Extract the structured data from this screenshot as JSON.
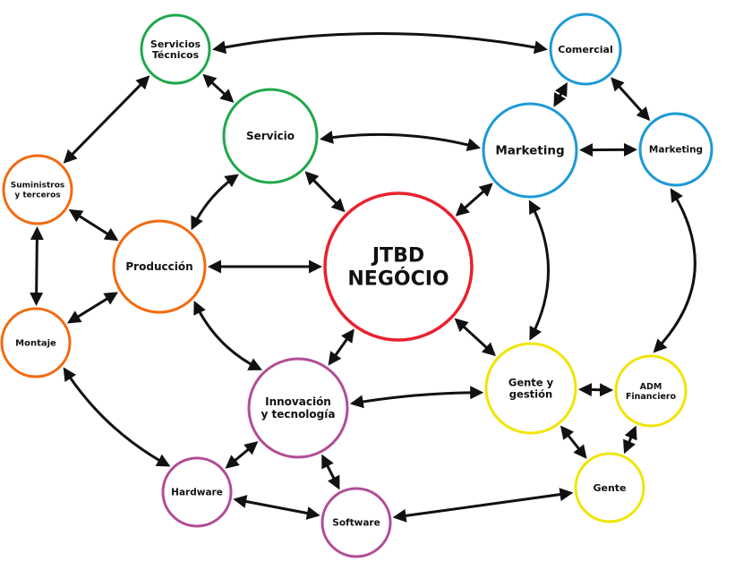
{
  "colors": {
    "green": "#1ea84a",
    "orange": "#f36a10",
    "blue": "#1c9ad6",
    "red": "#e8222e",
    "purple": "#b04d96",
    "yellow": "#f2e400",
    "arrow": "#111111"
  },
  "nodes": [
    {
      "id": "center",
      "lines": [
        "JTBD",
        "NEGÓCIO"
      ],
      "color": "red"
    },
    {
      "id": "servicios_tecnicos",
      "lines": [
        "Servicios",
        "Técnicos"
      ],
      "color": "green"
    },
    {
      "id": "servicio",
      "lines": [
        "Servicio"
      ],
      "color": "green"
    },
    {
      "id": "comercial",
      "lines": [
        "Comercial"
      ],
      "color": "blue"
    },
    {
      "id": "marketing_main",
      "lines": [
        "Marketing"
      ],
      "color": "blue"
    },
    {
      "id": "marketing_small",
      "lines": [
        "Marketing"
      ],
      "color": "blue"
    },
    {
      "id": "suministros",
      "lines": [
        "Suministros",
        "y terceros"
      ],
      "color": "orange"
    },
    {
      "id": "produccion",
      "lines": [
        "Producción"
      ],
      "color": "orange"
    },
    {
      "id": "montaje",
      "lines": [
        "Montaje"
      ],
      "color": "orange"
    },
    {
      "id": "innovacion",
      "lines": [
        "Innovación",
        "y tecnología"
      ],
      "color": "purple"
    },
    {
      "id": "hardware",
      "lines": [
        "Hardware"
      ],
      "color": "purple"
    },
    {
      "id": "software",
      "lines": [
        "Software"
      ],
      "color": "purple"
    },
    {
      "id": "gente_gestion",
      "lines": [
        "Gente y",
        "gestión"
      ],
      "color": "yellow"
    },
    {
      "id": "adm",
      "lines": [
        "ADM",
        "Financiero"
      ],
      "color": "yellow"
    },
    {
      "id": "gente",
      "lines": [
        "Gente"
      ],
      "color": "yellow"
    }
  ],
  "edges": [
    [
      "center",
      "servicio"
    ],
    [
      "center",
      "marketing_main"
    ],
    [
      "center",
      "produccion"
    ],
    [
      "center",
      "innovacion"
    ],
    [
      "center",
      "gente_gestion"
    ],
    [
      "servicios_tecnicos",
      "comercial"
    ],
    [
      "servicios_tecnicos",
      "servicio"
    ],
    [
      "servicios_tecnicos",
      "suministros"
    ],
    [
      "servicio",
      "marketing_main"
    ],
    [
      "servicio",
      "produccion"
    ],
    [
      "comercial",
      "marketing_main"
    ],
    [
      "comercial",
      "marketing_small"
    ],
    [
      "marketing_main",
      "marketing_small"
    ],
    [
      "marketing_main",
      "gente_gestion"
    ],
    [
      "marketing_small",
      "adm"
    ],
    [
      "suministros",
      "produccion"
    ],
    [
      "suministros",
      "montaje"
    ],
    [
      "produccion",
      "montaje"
    ],
    [
      "produccion",
      "innovacion"
    ],
    [
      "montaje",
      "hardware"
    ],
    [
      "innovacion",
      "hardware"
    ],
    [
      "innovacion",
      "software"
    ],
    [
      "innovacion",
      "gente_gestion"
    ],
    [
      "hardware",
      "software"
    ],
    [
      "software",
      "gente"
    ],
    [
      "gente_gestion",
      "adm"
    ],
    [
      "gente_gestion",
      "gente"
    ],
    [
      "gente",
      "adm"
    ]
  ]
}
